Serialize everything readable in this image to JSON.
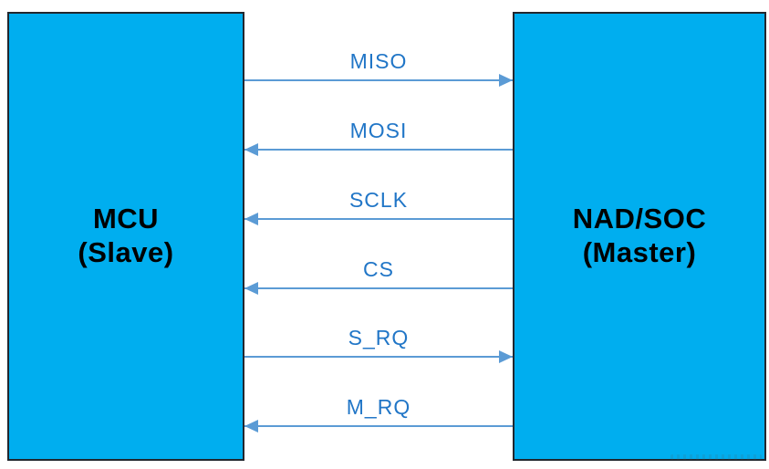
{
  "diagram": {
    "left_box": {
      "title": "MCU",
      "subtitle": "(Slave)"
    },
    "right_box": {
      "title": "NAD/SOC",
      "subtitle": "(Master)"
    },
    "signals": [
      {
        "label": "MISO",
        "direction": "right"
      },
      {
        "label": "MOSI",
        "direction": "left"
      },
      {
        "label": "SCLK",
        "direction": "left"
      },
      {
        "label": "CS",
        "direction": "left"
      },
      {
        "label": "S_RQ",
        "direction": "right"
      },
      {
        "label": "M_RQ",
        "direction": "left"
      }
    ],
    "colors": {
      "box_fill": "#00AEEF",
      "box_border": "#22272E",
      "arrow": "#5B9BD5",
      "label_text": "#2176C7",
      "box_text": "#000000",
      "background": "#FFFFFF"
    }
  }
}
